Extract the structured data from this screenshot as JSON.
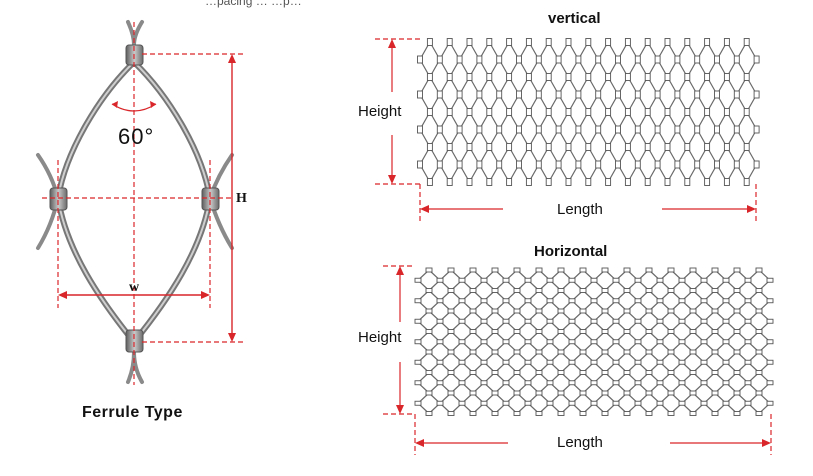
{
  "top_caption": "…pacing … …p…",
  "ferrule": {
    "angle_label": "60°",
    "h_label": "H",
    "w_label": "w",
    "caption": "Ferrule  Type"
  },
  "vertical": {
    "title": "vertical",
    "height_label": "Height",
    "length_label": "Length"
  },
  "horizontal": {
    "title": "Horizontal",
    "height_label": "Height",
    "length_label": "Length"
  },
  "colors": {
    "dimension": "#d9262a",
    "cable": "#8a8a8a",
    "mesh": "#6a6a6a"
  }
}
